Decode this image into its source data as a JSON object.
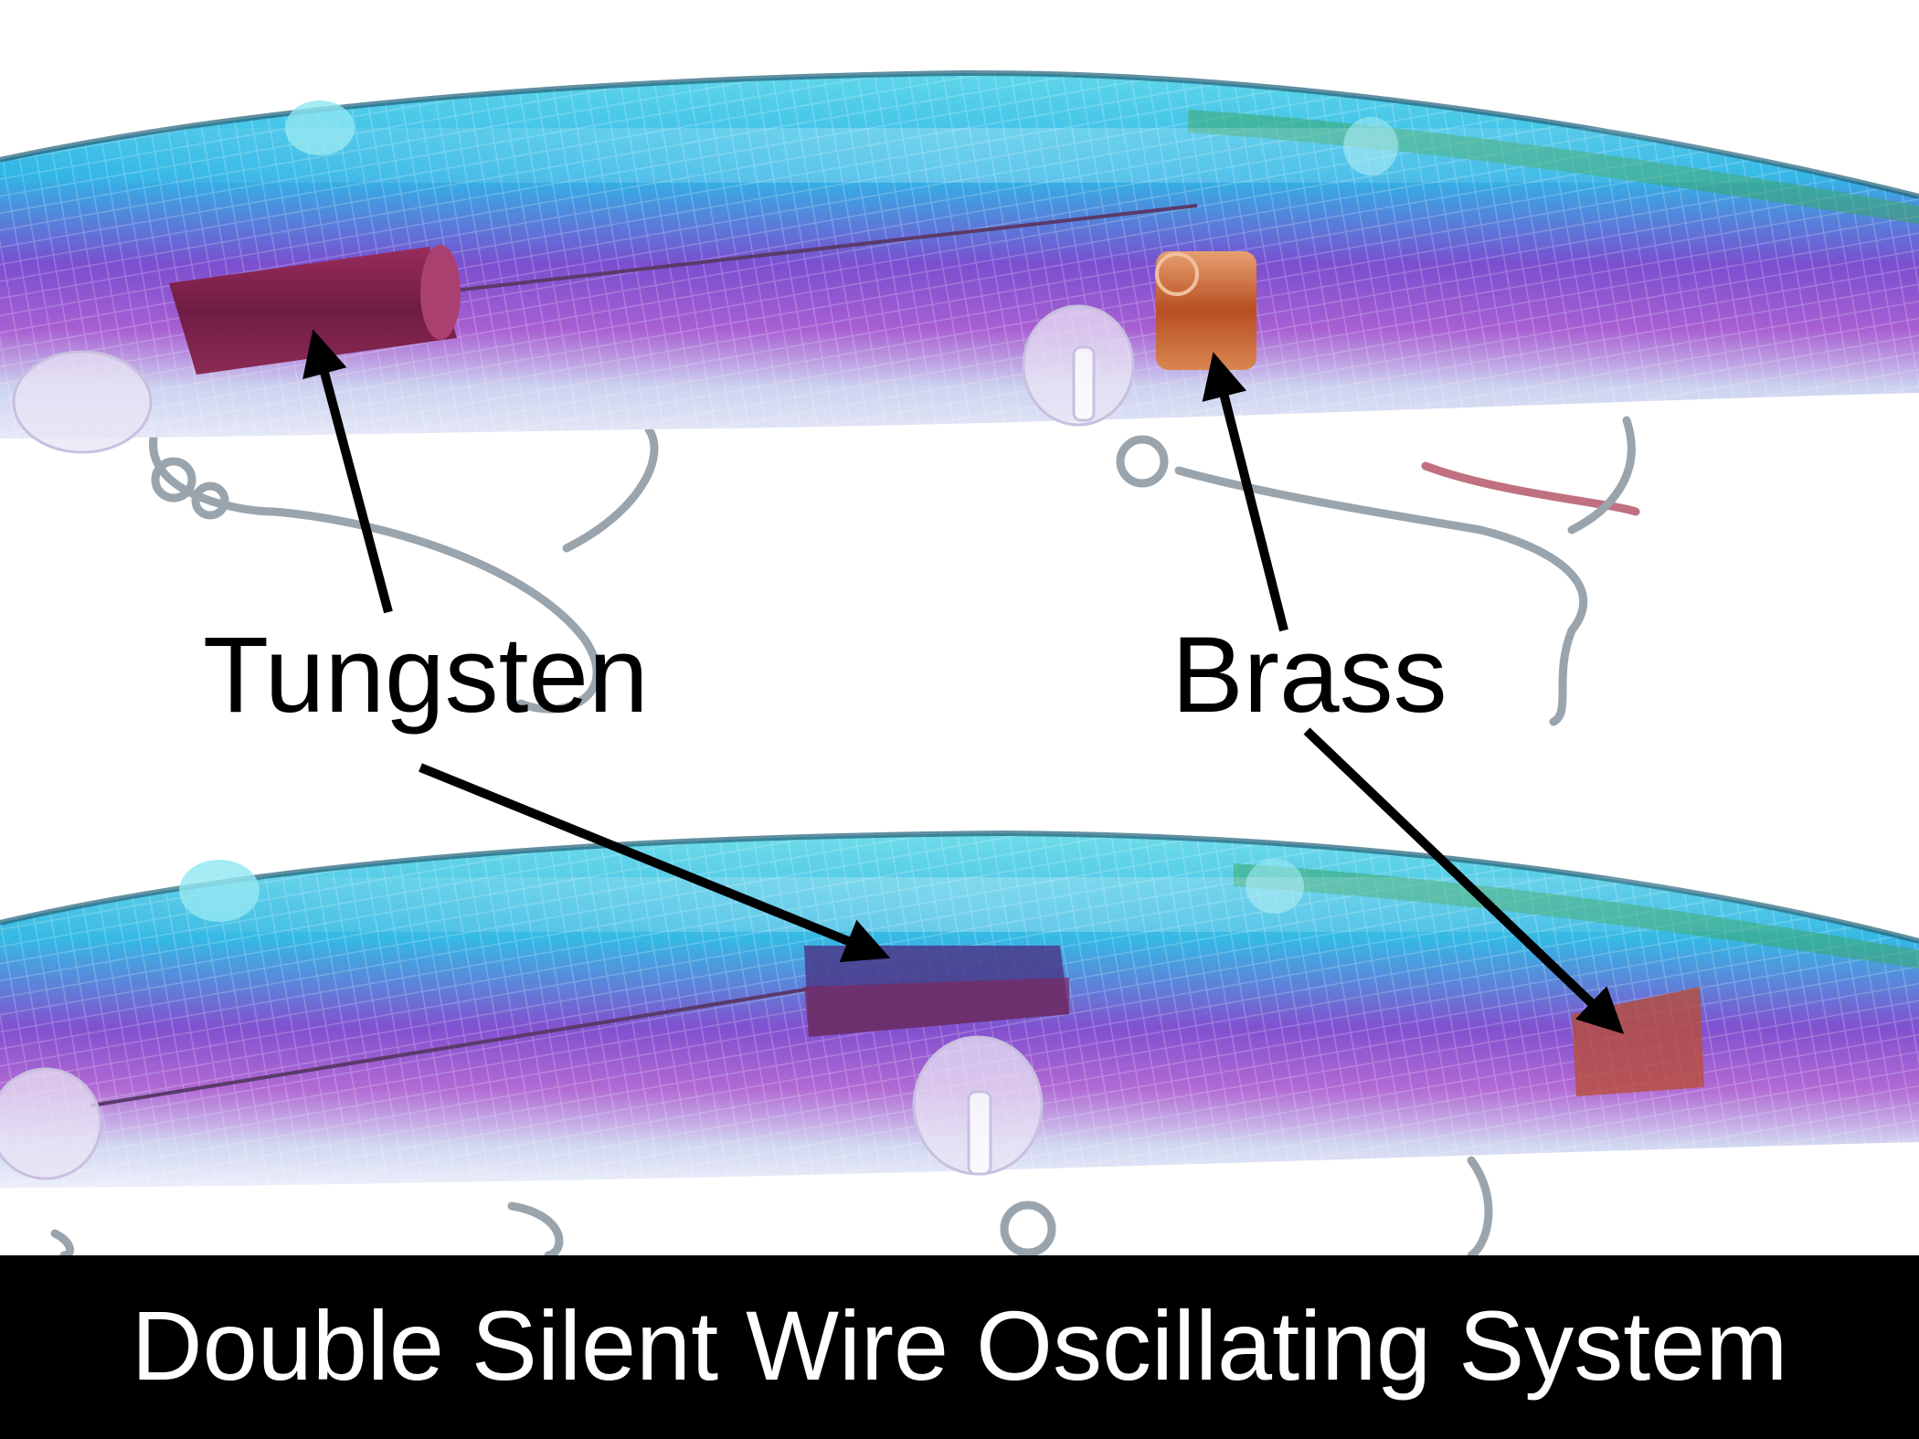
{
  "labels": {
    "tungsten": "Tungsten",
    "brass": "Brass"
  },
  "caption": "Double Silent Wire Oscillating System",
  "colors": {
    "background": "#ffffff",
    "lure_back": "#2ec4e8",
    "lure_mid": "#8a3fb8",
    "lure_belly": "#d8ddf2",
    "tungsten_weight": "#7a1f4a",
    "brass_weight": "#c25a2a",
    "hook_metal": "#9aa4ad",
    "arrow": "#000000",
    "caption_bar": "#000000",
    "caption_text": "#ffffff"
  }
}
